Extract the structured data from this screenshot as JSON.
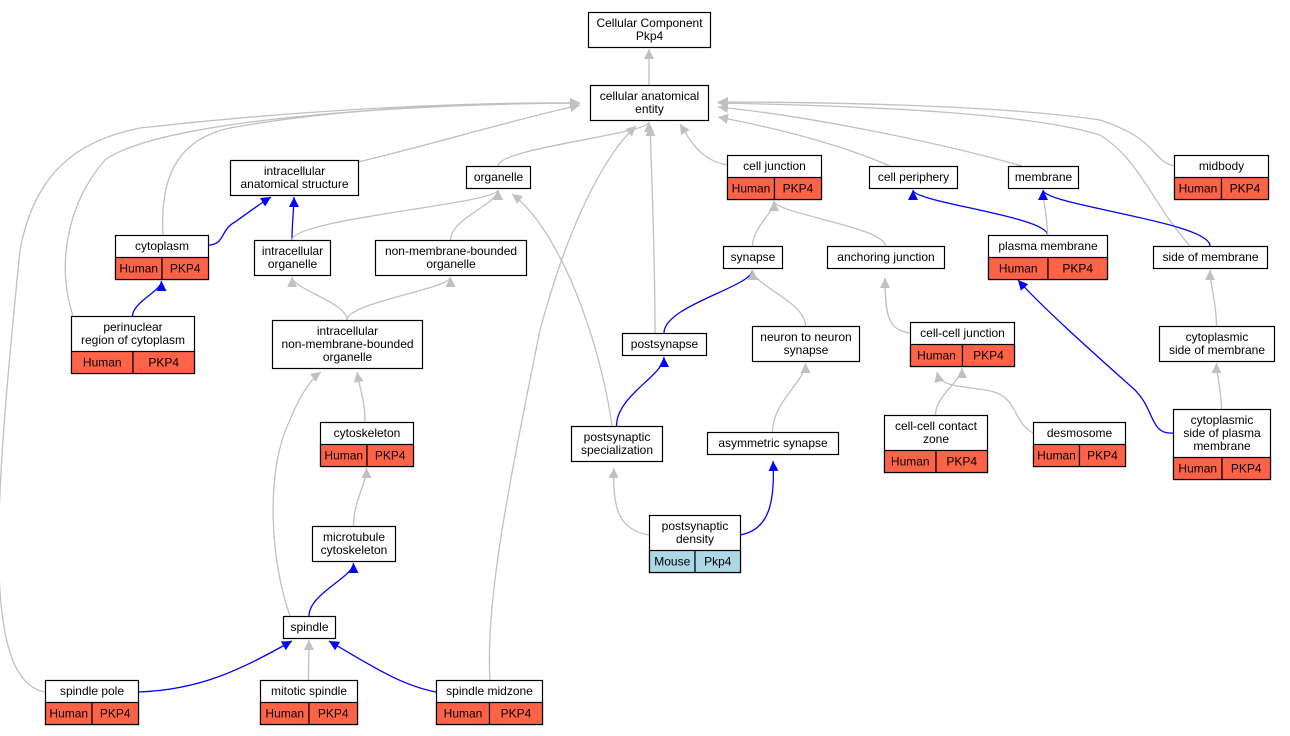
{
  "colors": {
    "gray_edge": "#c0c0c0",
    "blue_edge": "#0000ff",
    "human_fill": "#ff6347",
    "mouse_fill": "#add8e6",
    "node_border": "#000000",
    "node_fill": "#ffffff"
  },
  "nodes": {
    "root": {
      "lines": [
        "Cellular Component",
        "Pkp4"
      ]
    },
    "cae": {
      "lines": [
        "cellular anatomical",
        "entity"
      ]
    },
    "ias": {
      "lines": [
        "intracellular",
        "anatomical structure"
      ]
    },
    "organelle": {
      "lines": [
        "organelle"
      ]
    },
    "celljunction": {
      "lines": [
        "cell junction"
      ],
      "tags": [
        "Human",
        "PKP4"
      ]
    },
    "cellperiphery": {
      "lines": [
        "cell periphery"
      ]
    },
    "membrane": {
      "lines": [
        "membrane"
      ]
    },
    "midbody": {
      "lines": [
        "midbody"
      ],
      "tags": [
        "Human",
        "PKP4"
      ]
    },
    "cytoplasm": {
      "lines": [
        "cytoplasm"
      ],
      "tags": [
        "Human",
        "PKP4"
      ]
    },
    "intraorg": {
      "lines": [
        "intracellular",
        "organelle"
      ]
    },
    "nmbo": {
      "lines": [
        "non-membrane-bounded",
        "organelle"
      ]
    },
    "synapse": {
      "lines": [
        "synapse"
      ]
    },
    "anchoring": {
      "lines": [
        "anchoring junction"
      ]
    },
    "plasmamembrane": {
      "lines": [
        "plasma membrane"
      ],
      "tags": [
        "Human",
        "PKP4"
      ]
    },
    "sideofmembrane": {
      "lines": [
        "side of membrane"
      ]
    },
    "perinuclear": {
      "lines": [
        "perinuclear",
        "region of cytoplasm"
      ],
      "tags": [
        "Human",
        "PKP4"
      ]
    },
    "inmbo": {
      "lines": [
        "intracellular",
        "non-membrane-bounded",
        "organelle"
      ]
    },
    "postsynapse": {
      "lines": [
        "postsynapse"
      ]
    },
    "n2n": {
      "lines": [
        "neuron to neuron",
        "synapse"
      ]
    },
    "ccj": {
      "lines": [
        "cell-cell junction"
      ],
      "tags": [
        "Human",
        "PKP4"
      ]
    },
    "cytoside": {
      "lines": [
        "cytoplasmic",
        "side of membrane"
      ]
    },
    "cytoskeleton": {
      "lines": [
        "cytoskeleton"
      ],
      "tags": [
        "Human",
        "PKP4"
      ]
    },
    "psspec": {
      "lines": [
        "postsynaptic",
        "specialization"
      ]
    },
    "asymsyn": {
      "lines": [
        "asymmetric synapse"
      ]
    },
    "ccontact": {
      "lines": [
        "cell-cell contact",
        "zone"
      ],
      "tags": [
        "Human",
        "PKP4"
      ]
    },
    "desmosome": {
      "lines": [
        "desmosome"
      ],
      "tags": [
        "Human",
        "PKP4"
      ]
    },
    "cytosidepm": {
      "lines": [
        "cytoplasmic",
        "side of plasma",
        "membrane"
      ],
      "tags": [
        "Human",
        "PKP4"
      ]
    },
    "microtubule": {
      "lines": [
        "microtubule",
        "cytoskeleton"
      ]
    },
    "psd": {
      "lines": [
        "postsynaptic",
        "density"
      ],
      "tags": [
        "Mouse",
        "Pkp4"
      ],
      "species": "mouse"
    },
    "spindle": {
      "lines": [
        "spindle"
      ]
    },
    "spindlepole": {
      "lines": [
        "spindle pole"
      ],
      "tags": [
        "Human",
        "PKP4"
      ]
    },
    "mitotic": {
      "lines": [
        "mitotic spindle"
      ],
      "tags": [
        "Human",
        "PKP4"
      ]
    },
    "midzone": {
      "lines": [
        "spindle midzone"
      ],
      "tags": [
        "Human",
        "PKP4"
      ]
    }
  },
  "edges": [
    {
      "from": "cae",
      "to": "root",
      "color": "gray"
    },
    {
      "from": "ias",
      "to": "cae",
      "color": "gray"
    },
    {
      "from": "organelle",
      "to": "cae",
      "color": "gray"
    },
    {
      "from": "celljunction",
      "to": "cae",
      "color": "gray"
    },
    {
      "from": "cellperiphery",
      "to": "cae",
      "color": "gray"
    },
    {
      "from": "membrane",
      "to": "cae",
      "color": "gray"
    },
    {
      "from": "midbody",
      "to": "cae",
      "color": "gray"
    },
    {
      "from": "cytoplasm",
      "to": "cae",
      "color": "gray"
    },
    {
      "from": "perinuclear",
      "to": "cae",
      "color": "gray"
    },
    {
      "from": "spindlepole",
      "to": "cae",
      "color": "gray"
    },
    {
      "from": "midzone",
      "to": "cae",
      "color": "gray"
    },
    {
      "from": "postsynapse",
      "to": "cae",
      "color": "gray"
    },
    {
      "from": "sideofmembrane",
      "to": "cae",
      "color": "gray"
    },
    {
      "from": "cytoplasm",
      "to": "ias",
      "color": "blue"
    },
    {
      "from": "intraorg",
      "to": "ias",
      "color": "blue"
    },
    {
      "from": "intraorg",
      "to": "organelle",
      "color": "gray"
    },
    {
      "from": "nmbo",
      "to": "organelle",
      "color": "gray"
    },
    {
      "from": "psspec",
      "to": "organelle",
      "color": "gray"
    },
    {
      "from": "perinuclear",
      "to": "cytoplasm",
      "color": "blue"
    },
    {
      "from": "inmbo",
      "to": "intraorg",
      "color": "gray"
    },
    {
      "from": "inmbo",
      "to": "nmbo",
      "color": "gray"
    },
    {
      "from": "synapse",
      "to": "celljunction",
      "color": "gray"
    },
    {
      "from": "anchoring",
      "to": "celljunction",
      "color": "gray"
    },
    {
      "from": "plasmamembrane",
      "to": "cellperiphery",
      "color": "blue"
    },
    {
      "from": "plasmamembrane",
      "to": "membrane",
      "color": "gray"
    },
    {
      "from": "sideofmembrane",
      "to": "membrane",
      "color": "blue"
    },
    {
      "from": "postsynapse",
      "to": "synapse",
      "color": "blue"
    },
    {
      "from": "n2n",
      "to": "synapse",
      "color": "gray"
    },
    {
      "from": "ccj",
      "to": "anchoring",
      "color": "gray"
    },
    {
      "from": "cytoside",
      "to": "sideofmembrane",
      "color": "gray"
    },
    {
      "from": "cytosidepm",
      "to": "cytoside",
      "color": "gray"
    },
    {
      "from": "cytosidepm",
      "to": "plasmamembrane",
      "color": "blue"
    },
    {
      "from": "cytoskeleton",
      "to": "inmbo",
      "color": "gray"
    },
    {
      "from": "spindle",
      "to": "inmbo",
      "color": "gray"
    },
    {
      "from": "microtubule",
      "to": "cytoskeleton",
      "color": "gray"
    },
    {
      "from": "spindle",
      "to": "microtubule",
      "color": "blue"
    },
    {
      "from": "psspec",
      "to": "postsynapse",
      "color": "blue"
    },
    {
      "from": "asymsyn",
      "to": "n2n",
      "color": "gray"
    },
    {
      "from": "ccontact",
      "to": "ccj",
      "color": "gray"
    },
    {
      "from": "desmosome",
      "to": "ccj",
      "color": "gray"
    },
    {
      "from": "psd",
      "to": "psspec",
      "color": "gray"
    },
    {
      "from": "psd",
      "to": "asymsyn",
      "color": "blue"
    },
    {
      "from": "spindlepole",
      "to": "spindle",
      "color": "blue"
    },
    {
      "from": "mitotic",
      "to": "spindle",
      "color": "gray"
    },
    {
      "from": "midzone",
      "to": "spindle",
      "color": "blue"
    }
  ]
}
